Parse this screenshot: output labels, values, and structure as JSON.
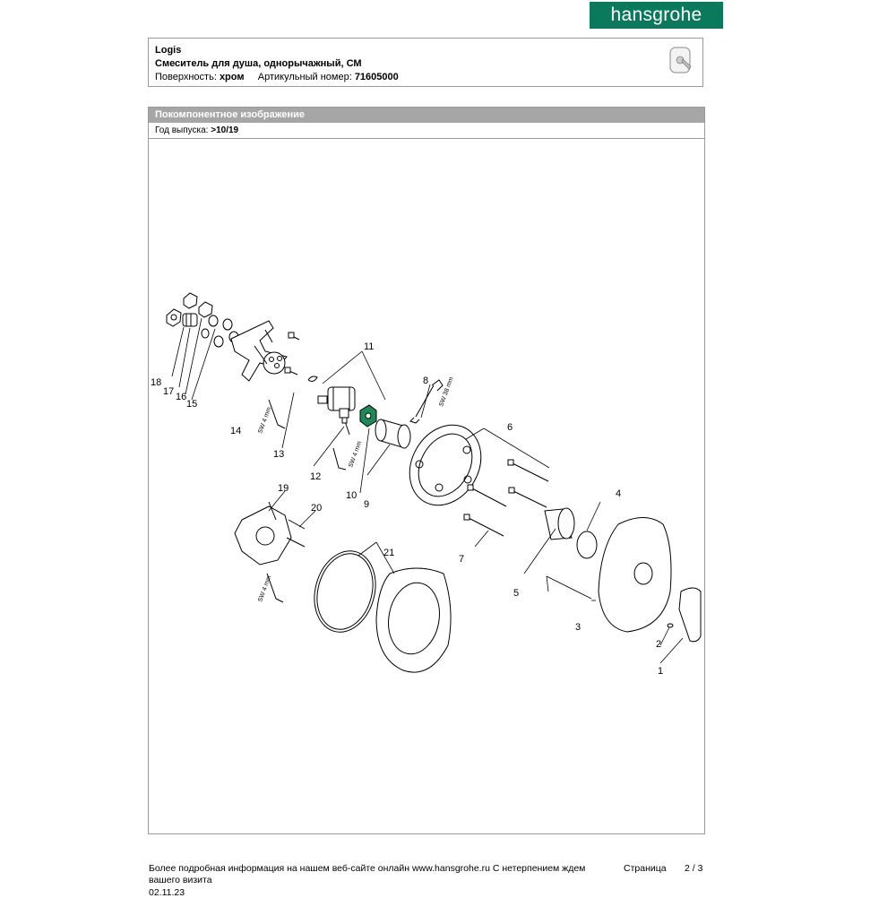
{
  "brand": {
    "logo_text": "hansgrohe",
    "color": "#0a7a5c"
  },
  "product": {
    "line": "Logis",
    "name": "Смеситель для душа, однорычажный, СМ",
    "surface_label": "Поверхность:",
    "surface_value": "хром",
    "article_label": "Артикульный номер:",
    "article_value": "71605000"
  },
  "section": {
    "title": "Покомпонентное изображение",
    "year_label": "Год выпуска:",
    "year_value": ">10/19"
  },
  "diagram": {
    "part_labels": [
      "1",
      "2",
      "3",
      "4",
      "5",
      "6",
      "7",
      "8",
      "9",
      "10",
      "11",
      "12",
      "13",
      "14",
      "15",
      "16",
      "17",
      "18",
      "19",
      "20",
      "21"
    ],
    "tool_labels": [
      "SW 4 mm",
      "SW 4 mm",
      "SW 38 mm",
      "SW 4 mm"
    ],
    "highlight_color": "#1e8a5a"
  },
  "footer": {
    "line1": "Более подробная информация на нашем веб-сайте онлайн  www.hansgrohe.ru  С нетерпением ждем",
    "line2": "вашего визита",
    "date": "02.11.23",
    "page_label": "Страница",
    "page_number": "2 / 3"
  }
}
